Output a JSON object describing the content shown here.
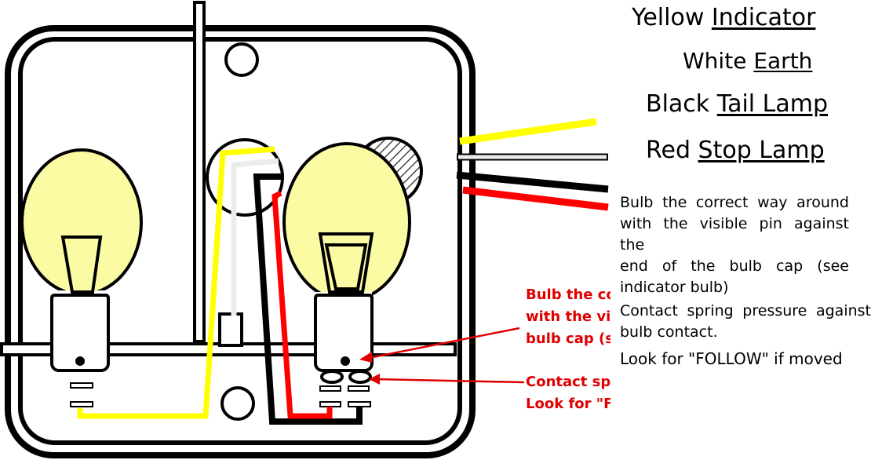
{
  "colors": {
    "yellow_wire": "#ffff00",
    "white_wire": "#ececec",
    "black_wire": "#000000",
    "red_wire": "#ff0000",
    "bulb_fill": "#fbfba4",
    "annotation_red": "#e00000"
  },
  "legend": {
    "yellow": {
      "color_word": "Yellow",
      "function": "Indicator"
    },
    "white": {
      "color_word": "White",
      "function": "Earth"
    },
    "black": {
      "color_word": "Black",
      "function": "Tail Lamp"
    },
    "red": {
      "color_word": "Red",
      "function": "Stop Lamp"
    }
  },
  "notes": {
    "bulb_orientation": [
      "Bulb the correct way around",
      "with the visible pin against the",
      "end of the bulb cap (see",
      "indicator bulb)"
    ],
    "spring_pressure": [
      "Contact spring pressure against",
      "bulb contact."
    ],
    "follow": "Look for \"FOLLOW\" if moved"
  },
  "annotations": {
    "bulb_callout": [
      "Bulb the correct way around",
      "with the visible pin against the",
      "bulb cap (see indicator bulb)"
    ],
    "spring_callout": [
      "Contact spring pressure against bulb contact.",
      "Look for \"FOLLOW\" if moved"
    ]
  }
}
